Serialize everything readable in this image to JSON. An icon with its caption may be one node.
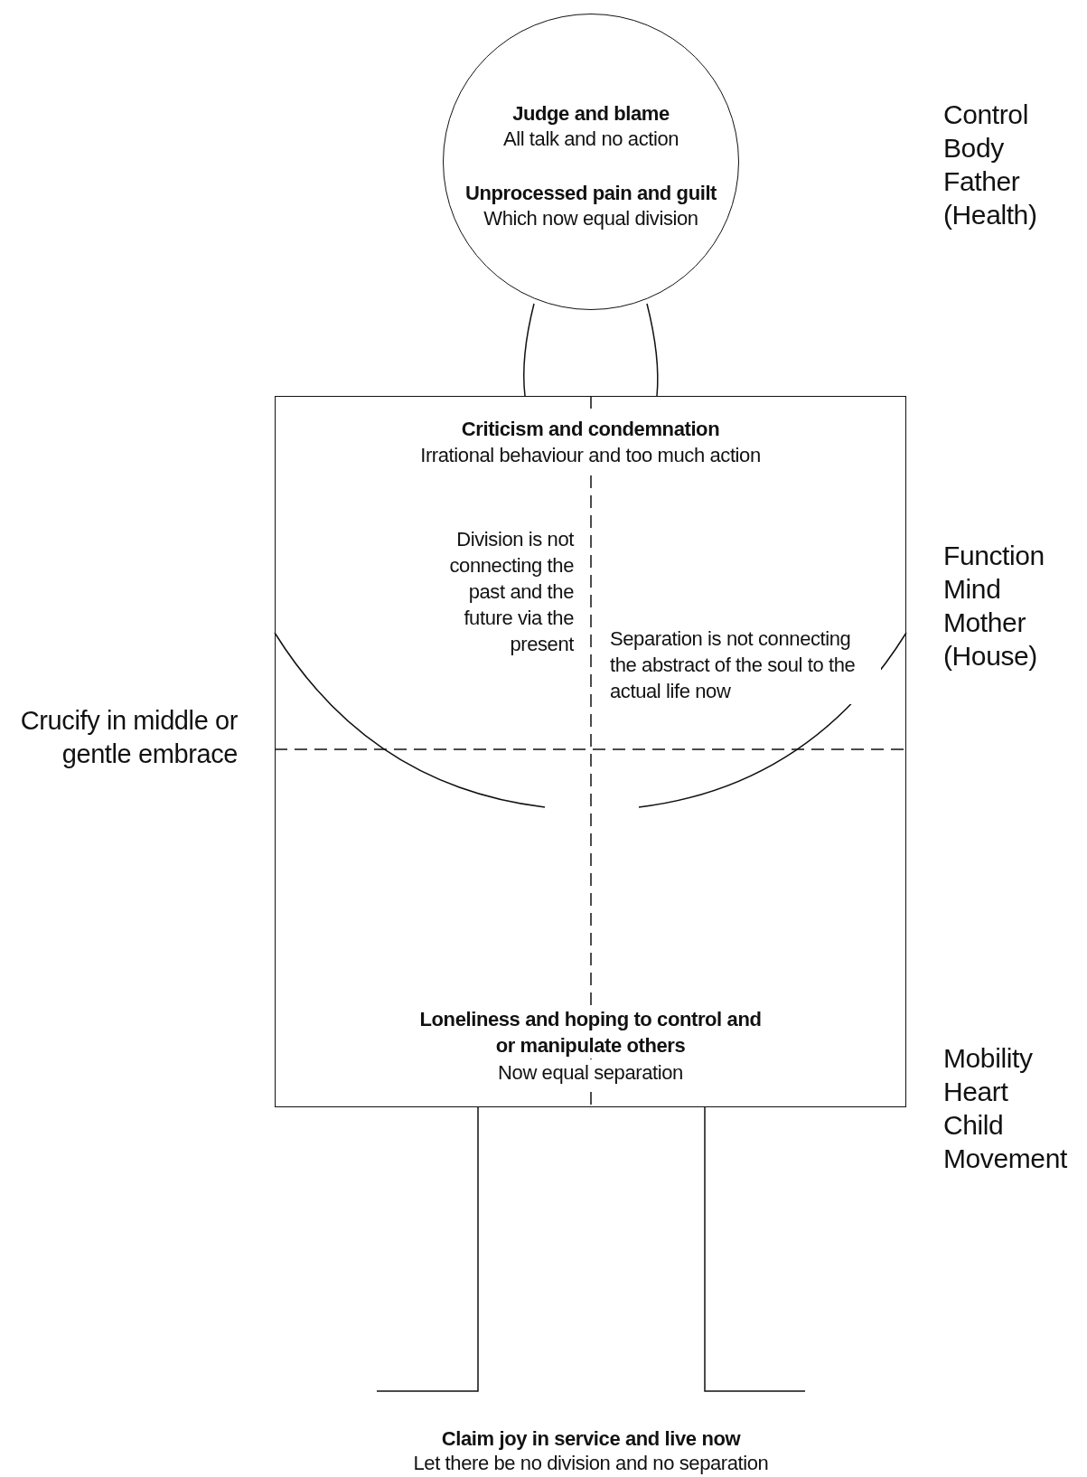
{
  "diagram": {
    "nodes": [
      {
        "text": [
          "Judge and blame",
          "All talk and no action",
          "Unprocessed pain and guilt",
          "Which now equal division"
        ]
      },
      {
        "text": [
          "Criticism and condemnation",
          "Irrational behaviour and too much action",
          "Loneliness and hoping to control and or manipulate others",
          "Now equal separation"
        ]
      }
    ],
    "edges": [
      {
        "from": 0,
        "to": 1,
        "arrow": "none"
      },
      {
        "from": 0,
        "to": 1,
        "arrow": "none"
      }
    ],
    "labels": [
      "Control",
      "Body",
      "Father",
      "(Health)",
      "Division is not connecting the past and the future via the present",
      "Separation is not connecting the abstract of the soul to the actual life now",
      "Function",
      "Mind",
      "Mother",
      "(House)",
      "Crucify in middle or gentle embrace",
      "Mobility",
      "Heart",
      "Child",
      "Movement",
      "Claim joy in service and live now",
      "Let there be no division and no separation"
    ]
  }
}
